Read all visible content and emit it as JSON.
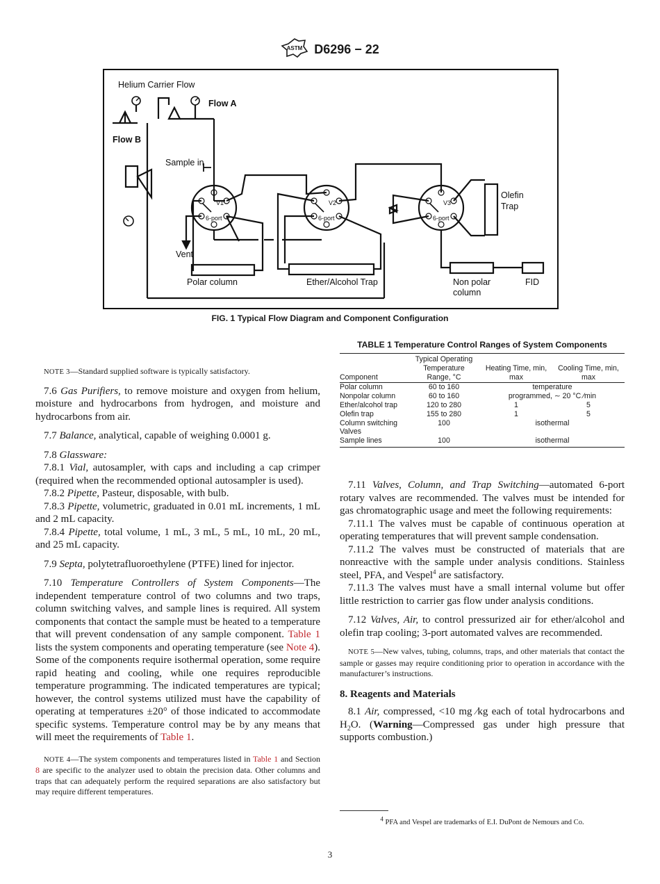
{
  "header": {
    "logo_text": "ASTM",
    "code": "D6296 − 22"
  },
  "figure": {
    "labels": {
      "helium": "Helium Carrier Flow",
      "flow_a": "Flow A",
      "flow_b": "Flow B",
      "sample_in": "Sample in",
      "v1": "V1",
      "v2": "V2",
      "v3": "V3",
      "six_port": "6-port",
      "vent": "Vent",
      "polar": "Polar column",
      "ether": "Ether/Alcohol Trap",
      "nonpolar_1": "Non polar",
      "nonpolar_2": "column",
      "fid": "FID",
      "olefin_1": "Olefin",
      "olefin_2": "Trap"
    },
    "caption": "FIG. 1 Typical Flow Diagram and Component Configuration"
  },
  "table": {
    "caption": "TABLE 1 Temperature Control Ranges of System Components",
    "headers": {
      "component": "Component",
      "range_1": "Typical Operating",
      "range_2": "Temperature",
      "range_3": "Range, °C",
      "heat_1": "Heating Time, min,",
      "heat_2": "max",
      "cool_1": "Cooling Time, min,",
      "cool_2": "max"
    },
    "rows": [
      {
        "c": "Polar column",
        "r": "60 to 160",
        "span": "temperature"
      },
      {
        "c": "Nonpolar column",
        "r": "60 to 160",
        "span": "programmed, ∼ 20 °C ⁄min"
      },
      {
        "c": "Ether/alcohol trap",
        "r": "120 to 280",
        "h": "1",
        "k": "5"
      },
      {
        "c": "Olefin trap",
        "r": "155 to 280",
        "h": "1",
        "k": "5"
      },
      {
        "c": "Column switching",
        "c2": "Valves",
        "r": "100",
        "span": "isothermal"
      },
      {
        "c": "Sample lines",
        "r": "100",
        "span": "isothermal"
      }
    ]
  },
  "left": {
    "note3_label": "NOTE 3",
    "note3_text": "—Standard supplied software is typically satisfactory.",
    "p76_num": "7.6",
    "p76_title": "Gas Purifiers,",
    "p76_text": " to remove moisture and oxygen from helium, moisture and hydrocarbons from hydrogen, and moisture and hydrocarbons from air.",
    "p77_num": "7.7",
    "p77_title": "Balance,",
    "p77_text": " analytical, capable of weighing 0.0001 g.",
    "p78_num": "7.8",
    "p78_title": "Glassware:",
    "p781_num": "7.8.1",
    "p781_title": "Vial,",
    "p781_text": " autosampler, with caps and including a cap crimper (required when the recommended optional autosampler is used).",
    "p782_num": "7.8.2",
    "p782_title": "Pipette,",
    "p782_text": " Pasteur, disposable, with bulb.",
    "p783_num": "7.8.3",
    "p783_title": "Pipette,",
    "p783_text": " volumetric, graduated in 0.01 mL increments, 1 mL and 2 mL capacity.",
    "p784_num": "7.8.4",
    "p784_title": "Pipette,",
    "p784_text": " total volume, 1 mL, 3 mL, 5 mL, 10 mL, 20 mL, and 25 mL capacity.",
    "p79_num": "7.9",
    "p79_title": "Septa,",
    "p79_text": " polytetrafluoroethylene (PTFE) lined for injector.",
    "p710_num": "7.10",
    "p710_title": "Temperature Controllers of System Components",
    "p710_a": "—The independent temperature control of two columns and two traps, column switching valves, and sample lines is required. All system components that contact the sample must be heated to a temperature that will prevent condensation of any sample component. ",
    "p710_link1": "Table 1",
    "p710_b": " lists the system components and operating temperature (see ",
    "p710_link2": "Note 4",
    "p710_c": "). Some of the components require isothermal operation, some require rapid heating and cooling, while one requires reproducible temperature programming. The indicated temperatures are typical; however, the control systems utilized must have the capability of operating at temperatures ±20° of those indicated to accommodate specific systems. Temperature control may be by any means that will meet the requirements of ",
    "p710_link3": "Table 1",
    "p710_d": ".",
    "note4_label": "NOTE 4",
    "note4_a": "—The system components and temperatures listed in ",
    "note4_link1": "Table 1",
    "note4_b": " and Section ",
    "note4_link2": "8",
    "note4_c": " are specific to the analyzer used to obtain the precision data. Other columns and traps that can adequately perform the required separations are also satisfactory but may require different temperatures."
  },
  "right": {
    "p711_num": "7.11",
    "p711_title": "Valves, Column, and Trap Switching",
    "p711_text": "—automated 6-port rotary valves are recommended. The valves must be intended for gas chromatographic usage and meet the following requirements:",
    "p7111_num": "7.11.1",
    "p7111_text": " The valves must be capable of continuous operation at operating temperatures that will prevent sample condensation.",
    "p7112_num": "7.11.2",
    "p7112_text": " The valves must be constructed of materials that are nonreactive with the sample under analysis conditions. Stainless steel, PFA, and Vespel",
    "p7112_sup": "4",
    "p7112_end": " are satisfactory.",
    "p7113_num": "7.11.3",
    "p7113_text": " The valves must have a small internal volume but offer little restriction to carrier gas flow under analysis conditions.",
    "p712_num": "7.12",
    "p712_title": "Valves, Air,",
    "p712_text": " to control pressurized air for ether/alcohol and olefin trap cooling; 3-port automated valves are recommended.",
    "note5_label": "NOTE 5",
    "note5_text": "—New valves, tubing, columns, traps, and other materials that contact the sample or gasses may require conditioning prior to operation in accordance with the manufacturer’s instructions.",
    "sec8": "8. Reagents and Materials",
    "p81_num": "8.1",
    "p81_title": "Air,",
    "p81_a": " compressed, <10 mg ⁄kg each of total hydrocarbons and H",
    "p81_sub": "2",
    "p81_b": "O. (",
    "p81_warn": "Warning",
    "p81_c": "—Compressed gas under high pressure that supports combustion.)"
  },
  "footnote": {
    "sup": "4",
    "text": " PFA and Vespel are trademarks of E.I. DuPont de Nemours and Co."
  },
  "page_number": "3"
}
